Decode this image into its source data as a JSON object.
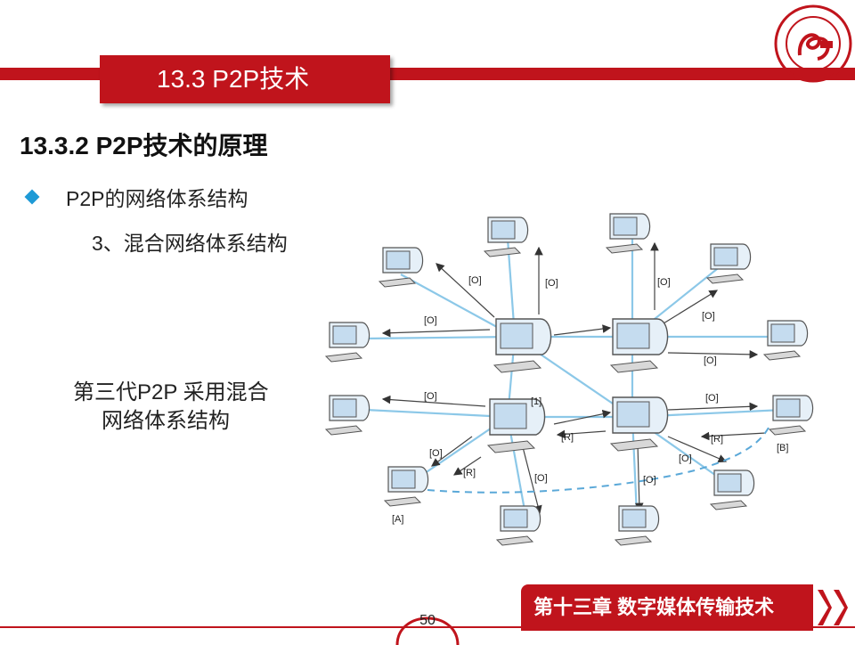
{
  "header": {
    "section_title": "13.3 P2P技术"
  },
  "content": {
    "subheading": "13.3.2 P2P技术的原理",
    "bullet": "P2P的网络体系结构",
    "subpoint": "3、混合网络体系结构",
    "caption_line1": "第三代P2P 采用混合",
    "caption_line2": "网络体系结构"
  },
  "diagram": {
    "labels": {
      "o": "[O]",
      "r": "[R]",
      "one": "[1]",
      "a": "[A]",
      "b": "[B]"
    }
  },
  "footer": {
    "page_number": "50",
    "chapter": "第十三章 数字媒体传输技术"
  },
  "colors": {
    "accent_red": "#c0141c",
    "bullet_blue": "#1e9ad6",
    "link_blue": "#8cc8e8"
  }
}
